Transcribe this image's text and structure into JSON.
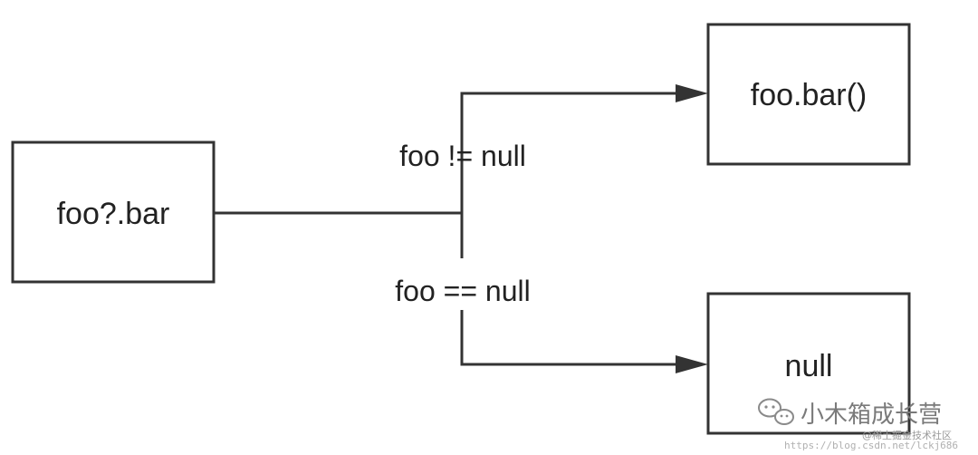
{
  "nodes": {
    "source": {
      "label": "foo?.bar"
    },
    "call": {
      "label": "foo.bar()"
    },
    "null_result": {
      "label": "null"
    }
  },
  "conditions": {
    "not_null": "foo != null",
    "is_null": "foo == null"
  },
  "watermark": {
    "account": "小木箱成长营",
    "sub": "@稀土掘金技术社区",
    "url": "https://blog.csdn.net/lckj686",
    "icon": "wechat-icon"
  },
  "colors": {
    "stroke": "#333333",
    "text": "#222222",
    "watermark": "#7a7a7a"
  }
}
